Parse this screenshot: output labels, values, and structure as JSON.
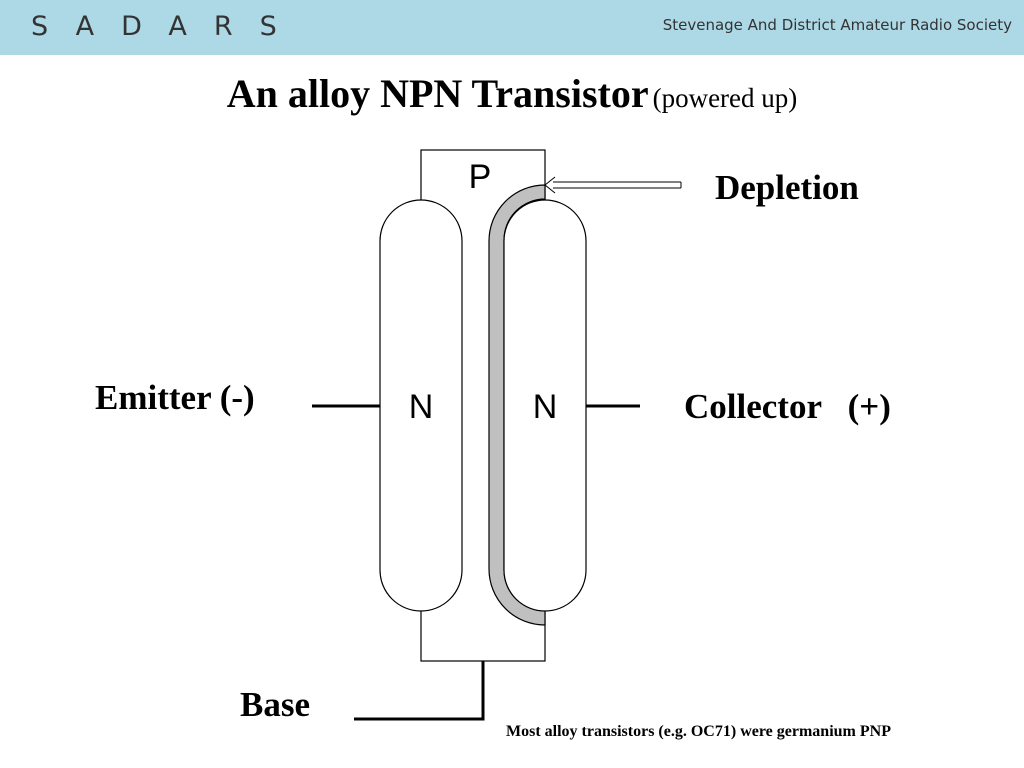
{
  "header": {
    "brand": "SADARS",
    "society": "Stevenage And District Amateur Radio Society"
  },
  "title": {
    "main": "An alloy NPN Transistor",
    "sub": "(powered up)"
  },
  "diagram": {
    "base_region_label": "P",
    "emitter_region_label": "N",
    "collector_region_label": "N",
    "depletion_label": "Depletion",
    "emitter_label": "Emitter (-)",
    "collector_label": "Collector   (+)",
    "base_label": "Base"
  },
  "footnote": "Most alloy transistors (e.g. OC71) were germanium PNP",
  "colors": {
    "header_bg": "#add8e6",
    "depletion": "#c0c0c0"
  }
}
